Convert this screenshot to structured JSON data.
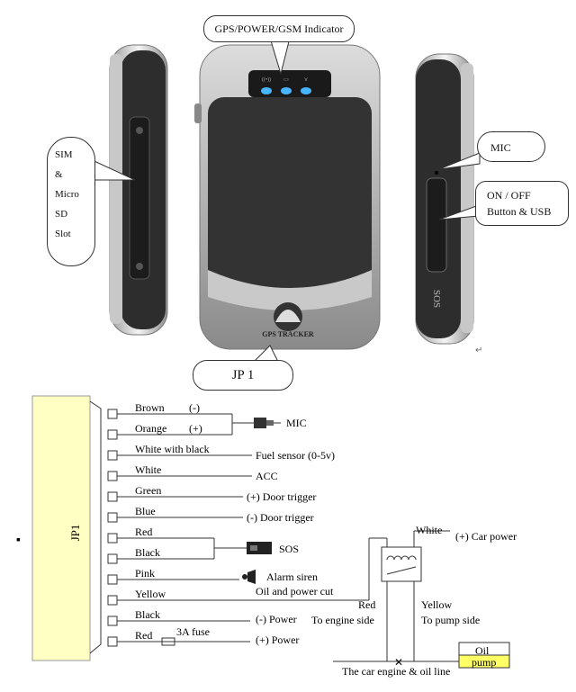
{
  "top": {
    "indicator_label": "GPS/POWER/GSM Indicator",
    "sim_label_lines": [
      "SIM",
      "&",
      "Micro",
      "SD",
      "Slot"
    ],
    "mic_label": "MIC",
    "onoff_label_lines": [
      "ON / OFF",
      "Button & USB"
    ],
    "jp_label": "JP 1",
    "brand_text": "GPS TRACKER",
    "sos_text": "SOS"
  },
  "wiring": {
    "jp_label": "JP1",
    "wires": [
      {
        "color": "Brown",
        "polarity": "(-)"
      },
      {
        "color": "Orange",
        "polarity": "(+)"
      },
      {
        "color": "White with black",
        "polarity": ""
      },
      {
        "color": "White",
        "polarity": ""
      },
      {
        "color": "Green",
        "polarity": ""
      },
      {
        "color": "Blue",
        "polarity": ""
      },
      {
        "color": "Red",
        "polarity": ""
      },
      {
        "color": "Black",
        "polarity": ""
      },
      {
        "color": "Pink",
        "polarity": ""
      },
      {
        "color": "Yellow",
        "polarity": ""
      },
      {
        "color": "Black",
        "polarity": ""
      },
      {
        "color": "Red",
        "polarity": ""
      }
    ],
    "fuse_label": "3A fuse",
    "mic_label": "MIC",
    "sos_label": "SOS",
    "targets": {
      "fuel": "Fuel sensor  (0-5v)",
      "acc": "ACC",
      "door_pos": "(+) Door trigger",
      "door_neg": "(-) Door trigger",
      "alarm": "Alarm siren",
      "oil": "Oil and power cut",
      "power_neg": "(-) Power",
      "power_pos": "(+) Power"
    },
    "relay": {
      "white_label": "White",
      "car_power": "(+) Car power",
      "red_label": "Red",
      "to_engine": "To engine side",
      "yellow_label": "Yellow",
      "to_pump": "To pump side",
      "bottom_caption": "The car engine & oil line",
      "oil_label": "Oil",
      "pump_label": "pump"
    }
  }
}
